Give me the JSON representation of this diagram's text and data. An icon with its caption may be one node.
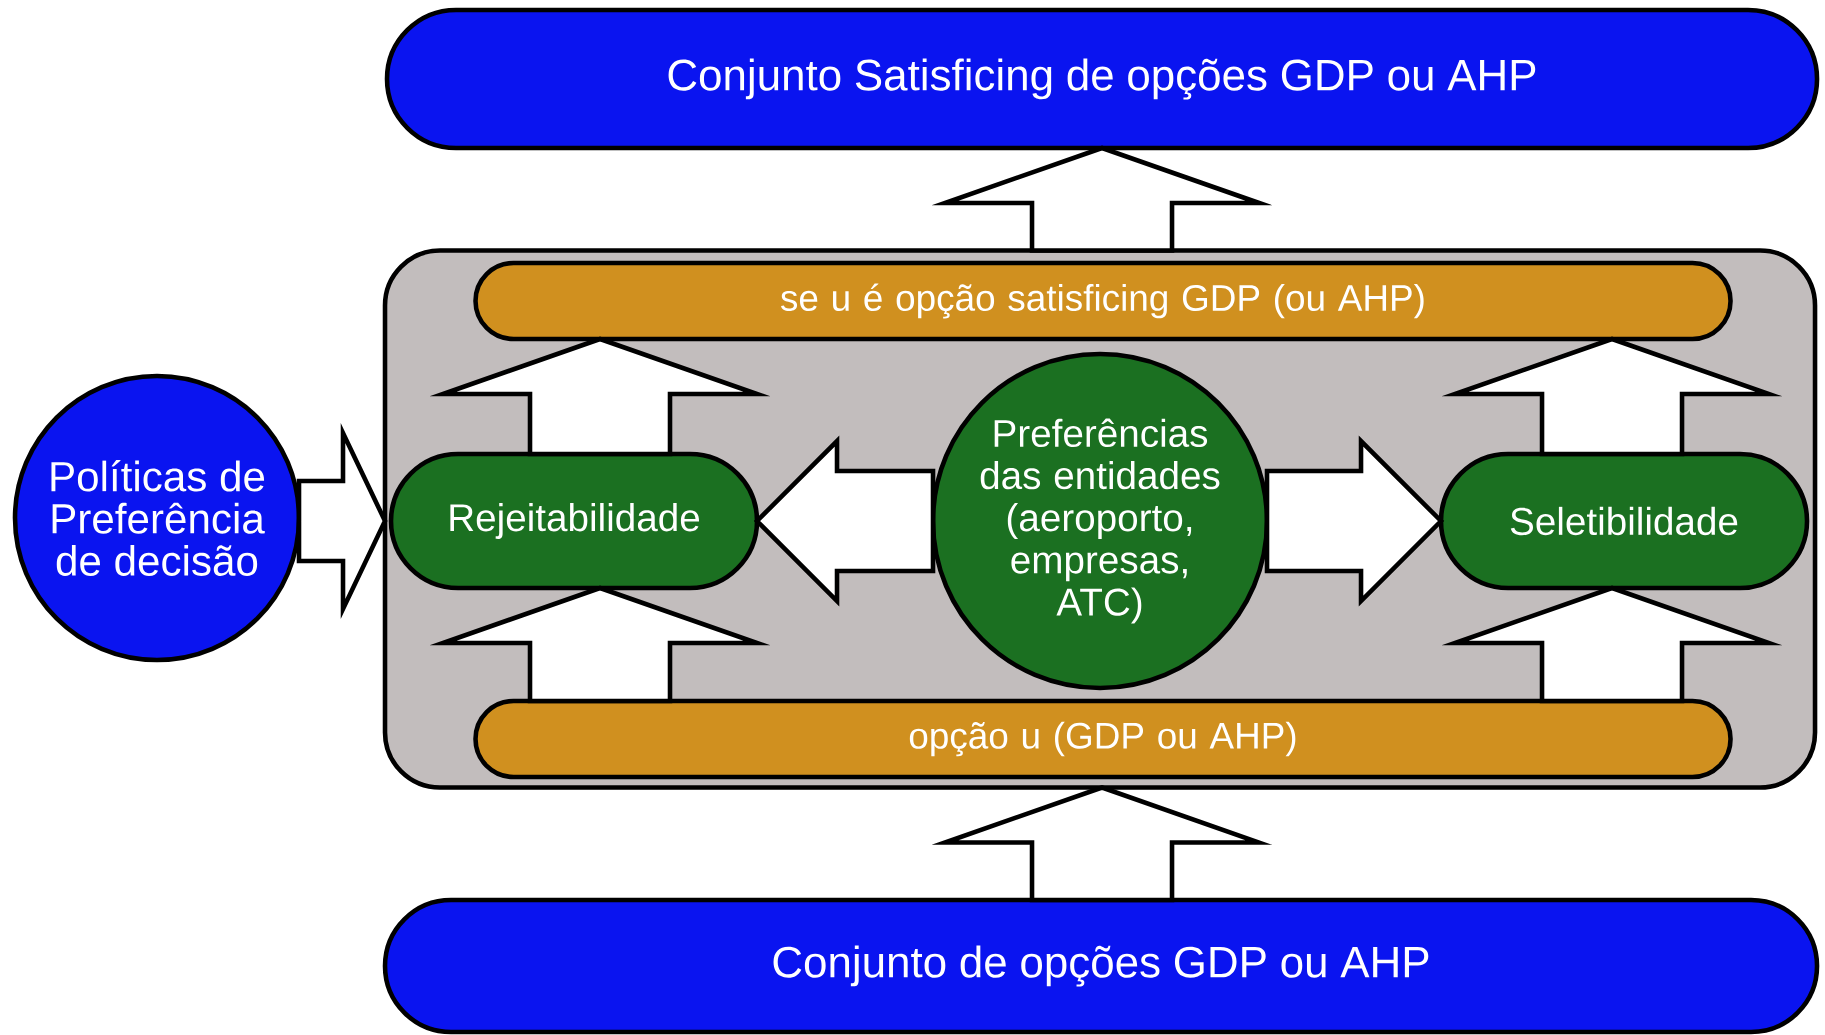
{
  "diagram": {
    "nodes": [
      {
        "text": [
          "Conjunto Satisficing de opções GDP ou AHP"
        ]
      },
      {
        "text": [],
        "shape": "box"
      },
      {
        "text": [
          "se u é opção satisficing GDP (ou AHP)"
        ],
        "in": 1
      },
      {
        "text": [
          "Rejeitabilidade"
        ],
        "in": 1
      },
      {
        "text": [
          "Preferências das entidades (aeroporto, empresas, ATC)"
        ],
        "in": 1
      },
      {
        "text": [
          "Seletibilidade"
        ],
        "in": 1
      },
      {
        "text": [
          "opção u (GDP ou AHP)"
        ],
        "in": 1
      },
      {
        "text": [
          "Conjunto de opções GDP ou AHP"
        ]
      },
      {
        "text": [
          "Políticas de Preferência de decisão"
        ]
      }
    ],
    "edges": [
      {
        "from": 7,
        "to": 1,
        "arrow": "to"
      },
      {
        "from": 1,
        "to": 0,
        "arrow": "to"
      },
      {
        "from": 6,
        "to": 3,
        "arrow": "to"
      },
      {
        "from": 3,
        "to": 2,
        "arrow": "to"
      },
      {
        "from": 6,
        "to": 5,
        "arrow": "to"
      },
      {
        "from": 5,
        "to": 2,
        "arrow": "to"
      },
      {
        "from": 4,
        "to": 3,
        "arrow": "to"
      },
      {
        "from": 4,
        "to": 5,
        "arrow": "to"
      },
      {
        "from": 8,
        "to": 1,
        "arrow": "to"
      }
    ]
  }
}
